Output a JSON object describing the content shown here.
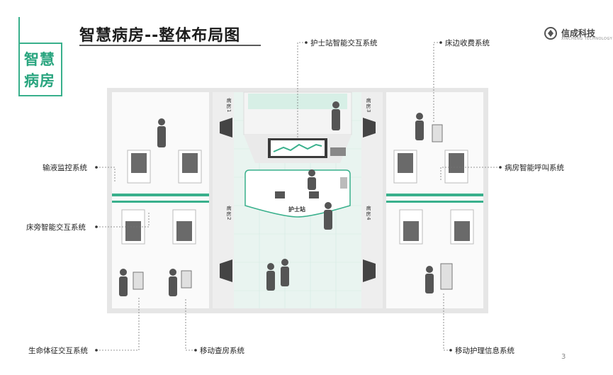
{
  "side_tag": {
    "line1": "智慧",
    "line2": "病房"
  },
  "title": "智慧病房--整体布局图",
  "logo": {
    "name": "信成科技",
    "sub": "XINCHENG TECHNOLOGY"
  },
  "labels": {
    "nurse_station_system": "护士站智能交互系统",
    "bedside_billing": "床边收费系统",
    "infusion_monitoring": "输液监控系统",
    "ward_call": "病房智能呼叫系统",
    "bedside_interaction": "床旁智能交互系统",
    "vital_signs": "生命体征交互系统",
    "mobile_rounds": "移动查房系统",
    "mobile_nursing": "移动护理信息系统"
  },
  "rooms": {
    "r1": "病房1",
    "r2": "病房2",
    "r3": "病房3",
    "r4": "病房4"
  },
  "station_label": "护士站",
  "page_number": "3",
  "colors": {
    "accent": "#39b08c",
    "floor": "#e9f4f0",
    "wall": "#e1e1e1"
  }
}
